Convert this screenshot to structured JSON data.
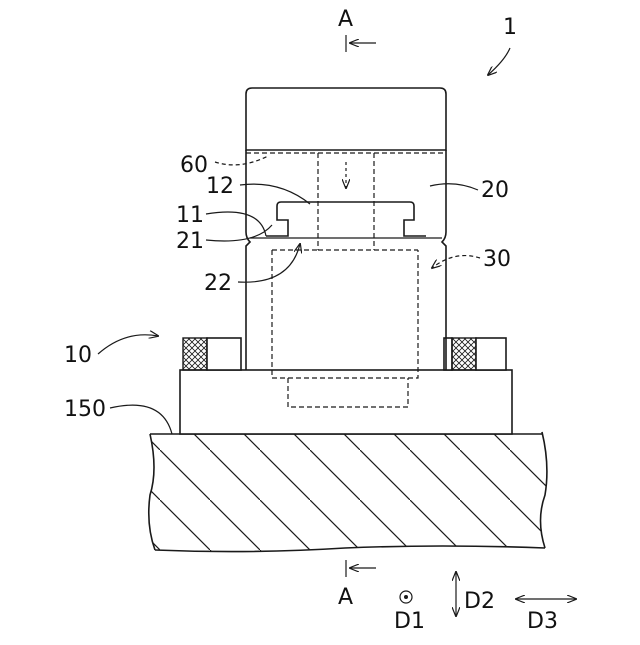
{
  "figure": {
    "section_top": "A",
    "section_bottom": "A",
    "device_ref": "1",
    "ref_60": "60",
    "ref_12": "12",
    "ref_11": "11",
    "ref_21": "21",
    "ref_22": "22",
    "ref_20": "20",
    "ref_30": "30",
    "ref_10": "10",
    "ref_150": "150",
    "dir_d1": "D1",
    "dir_d2": "D2",
    "dir_d3": "D3"
  },
  "colors": {
    "line": "#1a1a1a",
    "background": "#ffffff"
  },
  "icons": [
    "into-page-symbol",
    "vertical-double-arrow",
    "horizontal-double-arrow"
  ]
}
